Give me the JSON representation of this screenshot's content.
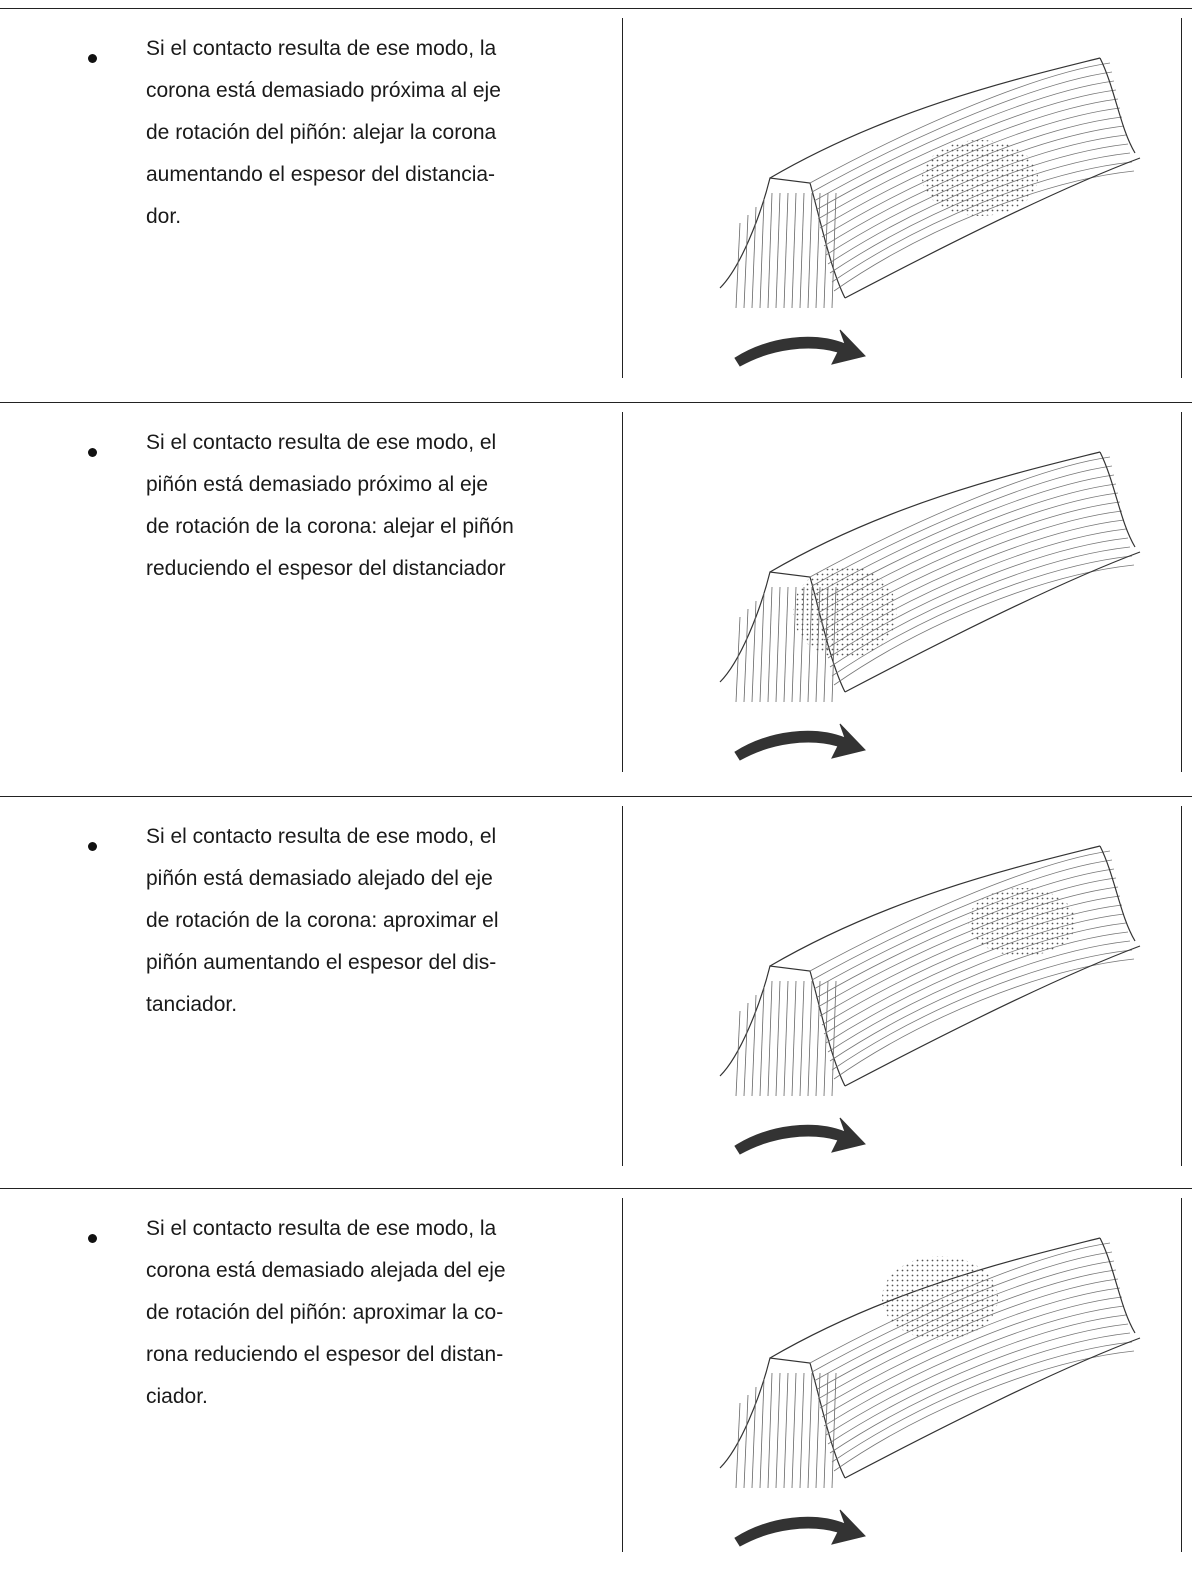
{
  "items": [
    {
      "text": "Si el contacto resulta de ese modo, la\ncorona está demasiado próxima al eje\nde rotación del piñón: alejar la corona\naumentando el espesor del distancia-\ndor.",
      "figure": {
        "icon": "gear-tooth-contact-figure",
        "contact": "tooth-center"
      }
    },
    {
      "text": "Si el contacto resulta de ese modo, el\npiñón está demasiado próximo al eje\nde rotación de la corona: alejar el piñón\nreduciendo el espesor del distanciador",
      "figure": {
        "icon": "gear-tooth-contact-figure",
        "contact": "tooth-toe"
      }
    },
    {
      "text": "Si el contacto resulta de ese modo, el\npiñón está demasiado alejado del eje\nde rotación de la corona: aproximar el\npiñón aumentando el espesor del dis-\ntanciador.",
      "figure": {
        "icon": "gear-tooth-contact-figure",
        "contact": "tooth-heel"
      }
    },
    {
      "text": "Si el contacto resulta de ese modo, la\ncorona está demasiado alejada del eje\nde rotación del piñón: aproximar la co-\nrona reduciendo el espesor del distan-\nciador.",
      "figure": {
        "icon": "gear-tooth-contact-figure",
        "contact": "tooth-top-center"
      }
    }
  ]
}
